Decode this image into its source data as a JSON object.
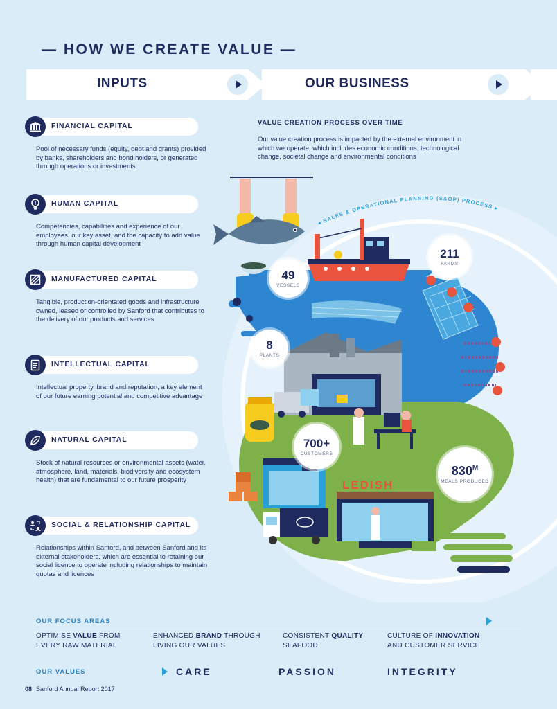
{
  "title": "— HOW WE CREATE VALUE —",
  "banner": {
    "inputs_label": "INPUTS",
    "business_label": "OUR BUSINESS"
  },
  "capitals": [
    {
      "title": "FINANCIAL CAPITAL",
      "icon": "bank-icon",
      "description": "Pool of necessary funds (equity, debt and grants) provided by banks, shareholders and bond holders, or generated through operations or investments"
    },
    {
      "title": "HUMAN CAPITAL",
      "icon": "lightbulb-icon",
      "description": "Competencies, capabilities and experience of our employees, our key asset, and the capacity to add value through human capital development"
    },
    {
      "title": "MANUFACTURED CAPITAL",
      "icon": "building-frame-icon",
      "description": "Tangible, production-orientated goods and infrastructure owned, leased or controlled by Sanford that contributes to the delivery of our products and services"
    },
    {
      "title": "INTELLECTUAL CAPITAL",
      "icon": "document-icon",
      "description": "Intellectual property, brand and reputation, a key element of our future earning potential and competitive advantage"
    },
    {
      "title": "NATURAL CAPITAL",
      "icon": "leaf-icon",
      "description": "Stock of natural resources or environmental assets (water, atmosphere, land, materials, biodiversity and ecosystem health) that are fundamental to our future prosperity"
    },
    {
      "title": "SOCIAL & RELATIONSHIP CAPITAL",
      "icon": "people-exchange-icon",
      "description": "Relationships within Sanford, and between Sanford and its external stakeholders, which are essential to retaining our social licence to operate including relationships to maintain quotas and licences"
    }
  ],
  "value_creation": {
    "title": "VALUE CREATION PROCESS OVER TIME",
    "description": "Our value creation process is impacted by the external environment in which we operate, which includes economic conditions, technological change, societal change and environmental conditions"
  },
  "illustration": {
    "arc_label": "◂ SALES & OPERATIONAL PLANNING (S&OP) PROCESS ▸",
    "sign_text": "LEDISH",
    "stats": {
      "vessels": {
        "number": "49",
        "label": "VESSELS"
      },
      "farms": {
        "number": "211",
        "label": "FARMS"
      },
      "plants": {
        "number": "8",
        "label": "PLANTS"
      },
      "customers": {
        "number": "700+",
        "label": "CUSTOMERS"
      },
      "meals": {
        "number": "830",
        "superscript": "M",
        "label": "MEALS PRODUCED"
      }
    },
    "colors": {
      "ocean": "#2e86d0",
      "grass": "#7eb14a",
      "accent": "#e8543d"
    }
  },
  "focus": {
    "title": "OUR FOCUS AREAS",
    "items": [
      {
        "pre": "OPTIMISE ",
        "bold": "VALUE",
        "post": " FROM",
        "line2": "EVERY RAW MATERIAL"
      },
      {
        "pre": "ENHANCED ",
        "bold": "BRAND",
        "post": " THROUGH",
        "line2": "LIVING OUR VALUES"
      },
      {
        "pre": "CONSISTENT ",
        "bold": "QUALITY",
        "post": "",
        "line2": "SEAFOOD"
      },
      {
        "pre": "CULTURE OF ",
        "bold": "INNOVATION",
        "post": "",
        "line2": "AND CUSTOMER SERVICE"
      }
    ]
  },
  "values": {
    "title": "OUR VALUES",
    "words": [
      "CARE",
      "PASSION",
      "INTEGRITY"
    ]
  },
  "footer": {
    "page": "08",
    "text": "Sanford Annual Report 2017"
  }
}
